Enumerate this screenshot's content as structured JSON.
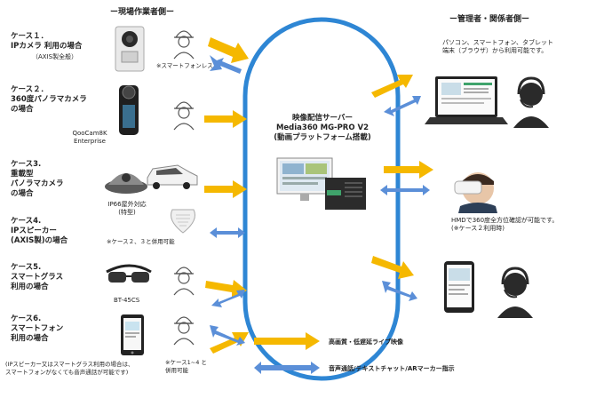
{
  "headers": {
    "field": "ー現場作業者側ー",
    "admin": "ー管理者・関係者側ー"
  },
  "cases": [
    {
      "label": "ケース１．\nIPカメラ 利用の場合",
      "device_note": "（AXIS製全般）",
      "extra_note": "※スマートフォンレス"
    },
    {
      "label": "ケース２．\n360度パノラマカメラ\nの場合",
      "device_note": "QooCam8K\nEnterprise"
    },
    {
      "label": "ケース3.\n重載型\nパノラマカメラ\nの場合",
      "device_note": "IP66屋外対応\n(特型)"
    },
    {
      "label": "ケース4.\nIPスピーカー\n(AXIS製)の場合",
      "extra_note": "※ケース２、３と併用可能"
    },
    {
      "label": "ケース5.\nスマートグラス\n利用の場合",
      "device_note": "BT-45CS"
    },
    {
      "label": "ケース6.\nスマートフォン\n利用の場合",
      "extra_note": "※ケース1~4 と\n併用可能"
    }
  ],
  "bottom_note": "(IPスピーカー又はスマートグラス利用の場合は、\nスマートフォンがなくても音声通話が可能です)",
  "server": {
    "title": "映像配信サーバー",
    "model": "Media360 MG-PRO V2",
    "subtitle": "(動画プラットフォーム搭載)"
  },
  "admin_notes": {
    "pc": "パソコン、スマートフォン、タブレット\n端末（ブラウザ）から利用可能です。",
    "hmd": "HMDで360度全方位確認が可能です。\n(※ケース２利用時)"
  },
  "legend": {
    "video": "高画質・低遅延ライブ映像",
    "voice": "音声通話/テキストチャット/ARマーカー指示"
  },
  "colors": {
    "video_arrow": "#f5b800",
    "voice_arrow": "#5b8fd8",
    "loop": "#2e86d4"
  },
  "icons": [
    "ip-camera-icon",
    "360-camera-icon",
    "heavy-panorama-camera-icon",
    "car-icon",
    "ip-speaker-icon",
    "smart-glasses-icon",
    "smartphone-icon",
    "worker-icon",
    "server-icon",
    "laptop-icon",
    "operator-icon",
    "hmd-user-icon",
    "tablet-icon"
  ]
}
